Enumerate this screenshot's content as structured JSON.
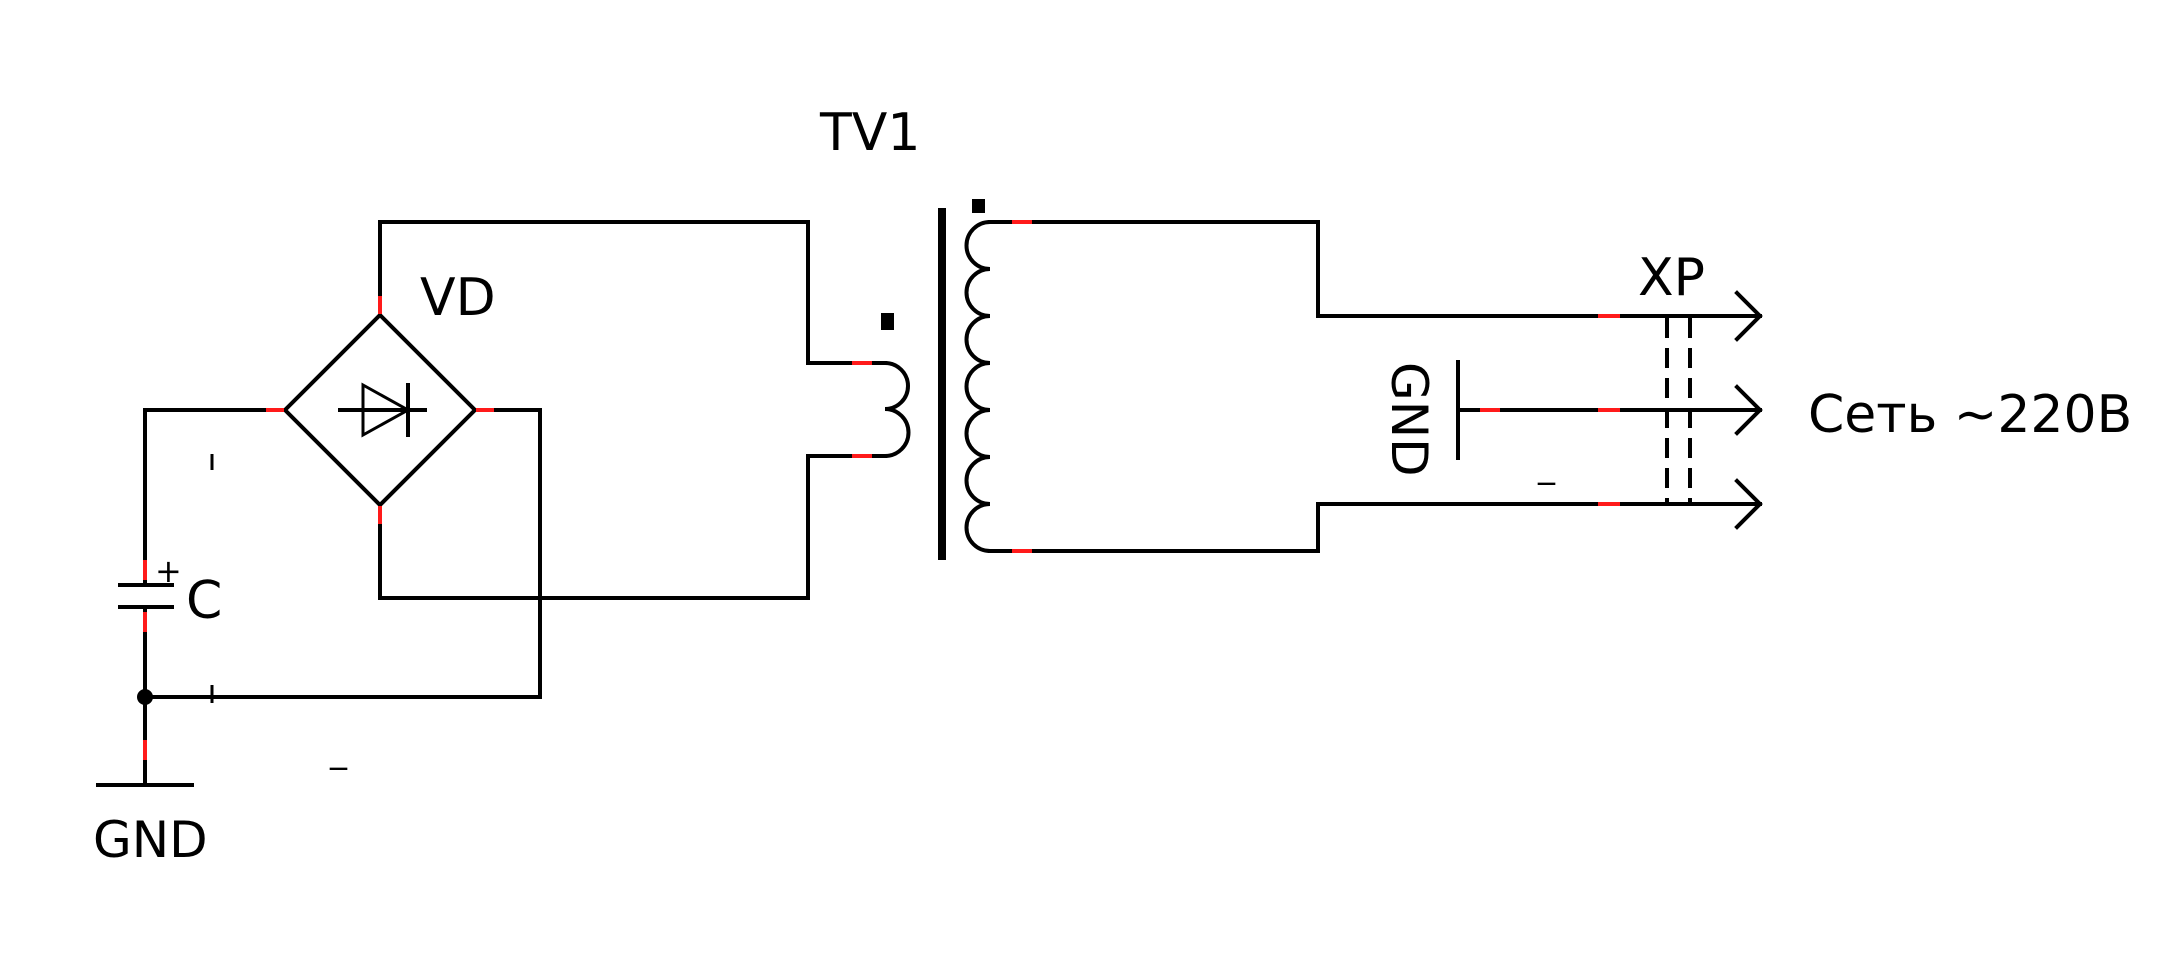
{
  "labels": {
    "transformer": "TV1",
    "bridge": "VD",
    "capacitor": "C",
    "capacitor_plus": "+",
    "ground_left": "GND",
    "ground_right": "GND",
    "plug": "XP",
    "mains": "Сеть ~220В",
    "minus_left": "_",
    "minus_right": "_"
  },
  "colors": {
    "wire": "#000000",
    "pin_mark": "#ff1a1a",
    "background": "#ffffff"
  }
}
